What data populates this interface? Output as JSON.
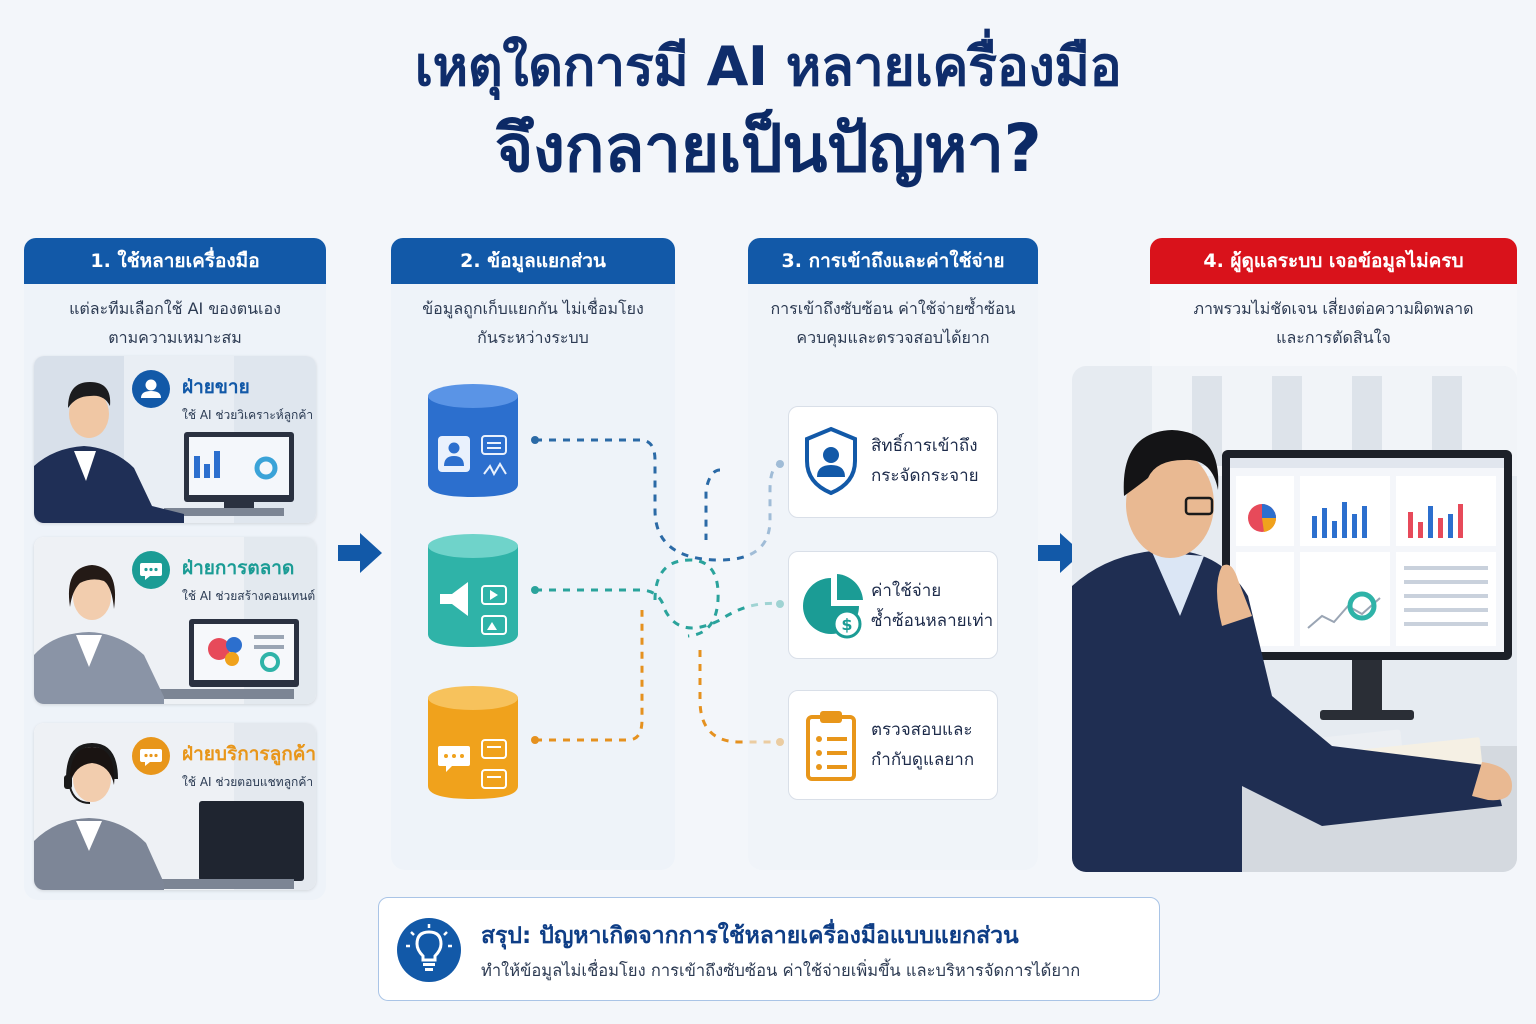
{
  "title": {
    "line1": "เหตุใดการมี AI หลายเครื่องมือ",
    "line2": "จึงกลายเป็นปัญหา?"
  },
  "columns": [
    {
      "header": "1. ใช้หลายเครื่องมือ",
      "desc_line1": "แต่ละทีมเลือกใช้ AI ของตนเอง",
      "desc_line2": "ตามความเหมาะสม",
      "departments": [
        {
          "name": "ฝ่ายขาย",
          "desc": "ใช้ AI ช่วยวิเคราะห์ลูกค้า",
          "color": "#1259a8",
          "icon": "user-icon"
        },
        {
          "name": "ฝ่ายการตลาด",
          "desc": "ใช้ AI ช่วยสร้างคอนเทนต์",
          "color": "#1b9c95",
          "icon": "chat-icon"
        },
        {
          "name": "ฝ่ายบริการลูกค้า",
          "desc": "ใช้ AI ช่วยตอบแชทลูกค้า",
          "color": "#e8961a",
          "icon": "chat-bubble-icon"
        }
      ]
    },
    {
      "header": "2. ข้อมูลแยกส่วน",
      "desc_line1": "ข้อมูลถูกเก็บแยกกัน ไม่เชื่อมโยง",
      "desc_line2": "กันระหว่างระบบ",
      "databases": [
        {
          "color": "#2c6fce",
          "icon": "user-icon"
        },
        {
          "color": "#2fb3a8",
          "icon": "megaphone-icon"
        },
        {
          "color": "#f0a21c",
          "icon": "chat-bubble-icon"
        }
      ]
    },
    {
      "header": "3. การเข้าถึงและค่าใช้จ่าย",
      "desc_line1": "การเข้าถึงซับซ้อน ค่าใช้จ่ายซ้ำซ้อน",
      "desc_line2": "ควบคุมและตรวจสอบได้ยาก",
      "issues": [
        {
          "line1": "สิทธิ์การเข้าถึง",
          "line2": "กระจัดกระจาย",
          "icon": "shield-user-icon",
          "color": "#1259a8"
        },
        {
          "line1": "ค่าใช้จ่าย",
          "line2": "ซ้ำซ้อนหลายเท่า",
          "icon": "pie-dollar-icon",
          "color": "#1b9c95"
        },
        {
          "line1": "ตรวจสอบและ",
          "line2": "กำกับดูแลยาก",
          "icon": "clipboard-icon",
          "color": "#e8961a"
        }
      ]
    },
    {
      "header": "4. ผู้ดูแลระบบ เจอข้อมูลไม่ครบ",
      "desc_line1": "ภาพรวมไม่ชัดเจน เสี่ยงต่อความผิดพลาด",
      "desc_line2": "และการตัดสินใจ"
    }
  ],
  "summary": {
    "label": "สรุป:",
    "headline": "ปัญหาเกิดจากการใช้หลายเครื่องมือแบบแยกส่วน",
    "detail": "ทำให้ข้อมูลไม่เชื่อมโยง การเข้าถึงซับซ้อน ค่าใช้จ่ายเพิ่มขึ้น และบริหารจัดการได้ยาก"
  },
  "colors": {
    "primary": "#1259a8",
    "alert": "#d9121b",
    "teal": "#1b9c95",
    "orange": "#e8961a",
    "title": "#0f2d6b"
  }
}
